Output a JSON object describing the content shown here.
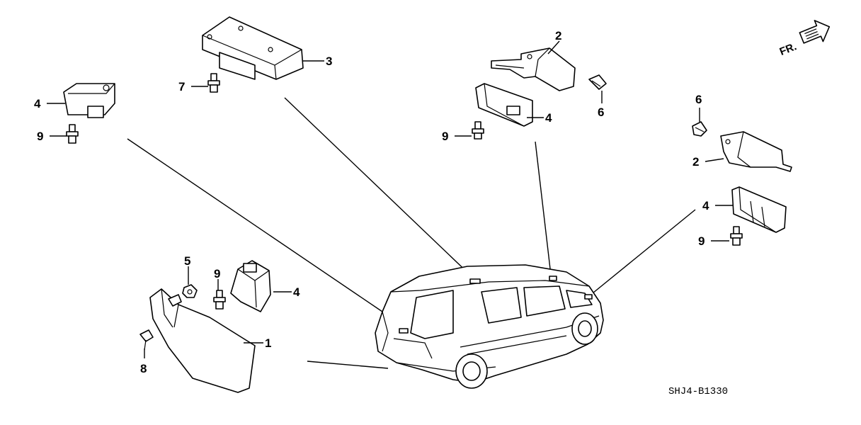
{
  "diagram": {
    "drawing_code": "SHJ4-B1330",
    "direction_label": "FR.",
    "callouts": {
      "unit_top": "3",
      "bolt_top": "7",
      "sensor_left": "4",
      "bolt_left": "9",
      "bracket_mid": "2",
      "screw_mid": "6",
      "sensor_mid": "4",
      "bolt_mid": "9",
      "screw_right": "6",
      "bracket_right": "2",
      "sensor_right": "4",
      "bolt_right": "9",
      "nut_lower": "5",
      "bolt_lower": "9",
      "sensor_lower": "4",
      "cover_lower": "1",
      "clip_lower": "8"
    }
  }
}
